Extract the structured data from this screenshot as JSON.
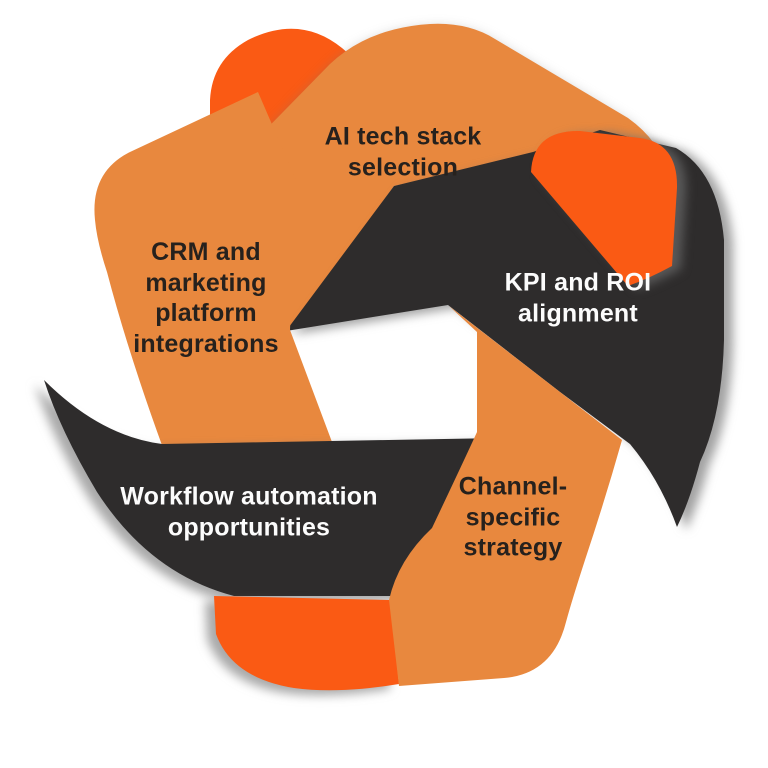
{
  "diagram": {
    "type": "ribbon-cycle-pentagon",
    "segment_count": 5,
    "segments": [
      {
        "id": "ai-tech-stack",
        "label": "AI tech stack\nselection",
        "ribbon_color": "orange",
        "text_color": "dark",
        "position": "top"
      },
      {
        "id": "kpi-roi",
        "label": "KPI and ROI\nalignment",
        "ribbon_color": "charcoal",
        "text_color": "light",
        "position": "right"
      },
      {
        "id": "channel-strategy",
        "label": "Channel-\nspecific\nstrategy",
        "ribbon_color": "orange",
        "text_color": "dark",
        "position": "bottom-right"
      },
      {
        "id": "workflow-automation",
        "label": "Workflow automation\nopportunities",
        "ribbon_color": "charcoal",
        "text_color": "light",
        "position": "bottom-left"
      },
      {
        "id": "crm-integrations",
        "label": "CRM and\nmarketing\nplatform\nintegrations",
        "ribbon_color": "orange",
        "text_color": "dark",
        "position": "left"
      }
    ],
    "colors": {
      "orange_muted": "#E8883E",
      "orange_bright": "#FA5A14",
      "charcoal": "#2E2C2C",
      "text_dark": "#26211D",
      "text_light": "#FCFCFC",
      "background": "#FFFFFF"
    }
  }
}
